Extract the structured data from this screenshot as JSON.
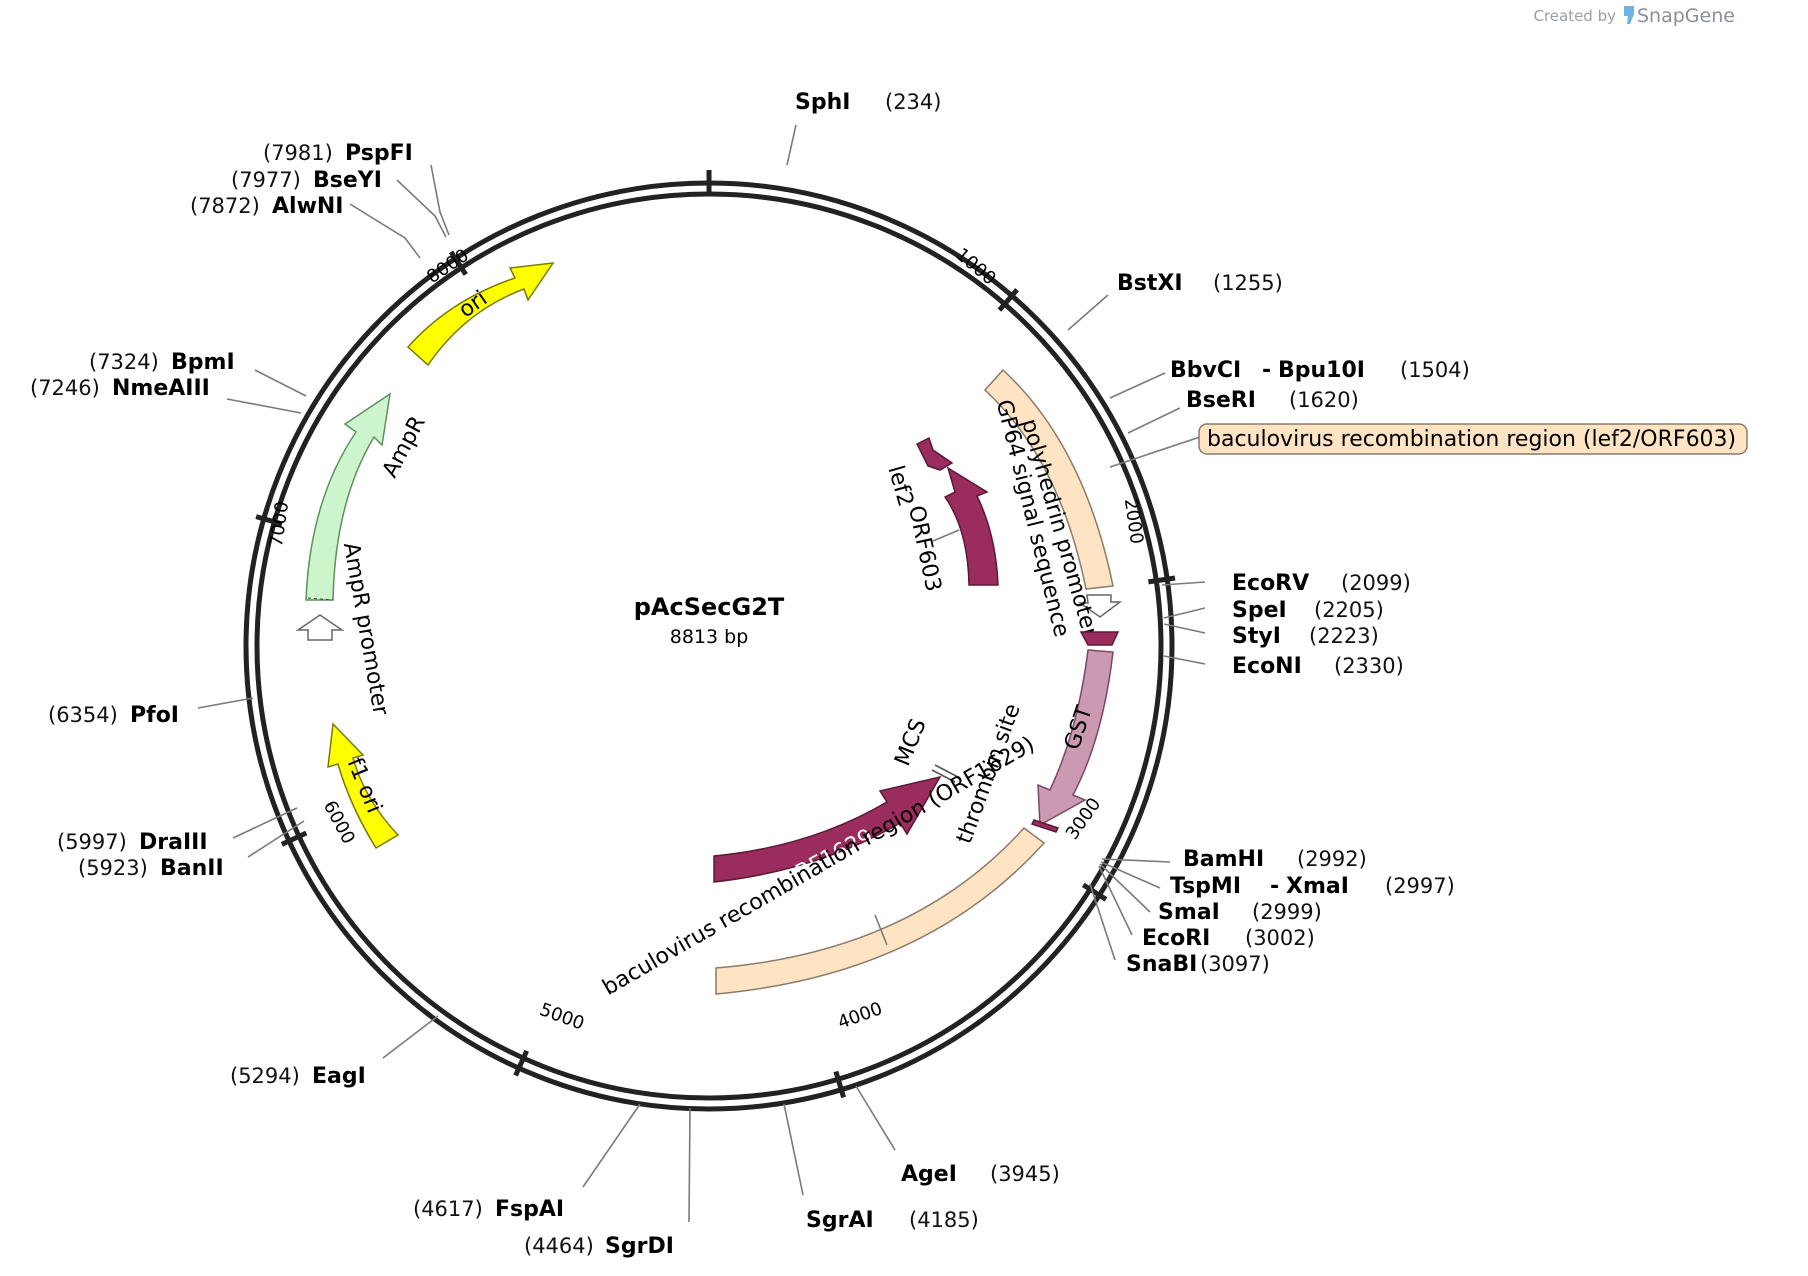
{
  "credit": {
    "prefix": "Created by",
    "brand": "SnapGene"
  },
  "plasmid": {
    "name": "pAcSecG2T",
    "size_label": "8813 bp",
    "length": 8813
  },
  "ticks": [
    "1000",
    "2000",
    "3000",
    "4000",
    "5000",
    "6000",
    "7000",
    "8000"
  ],
  "features": [
    {
      "id": "ori",
      "label": "ori",
      "color": "#ffff00",
      "stroke": "#7a7a00"
    },
    {
      "id": "ampr",
      "label": "AmpR",
      "color": "#ccf5cc",
      "stroke": "#5f8f5f"
    },
    {
      "id": "ampr-promoter",
      "label": "AmpR promoter",
      "color": "#ffffff",
      "stroke": "#666666"
    },
    {
      "id": "f1-ori",
      "label": "f1 ori",
      "color": "#ffff00",
      "stroke": "#7a7a00"
    },
    {
      "id": "baculo-top",
      "label": "baculovirus recombination region (lef2/ORF603)",
      "color": "#ffe4c4",
      "stroke": "#8a7a6a"
    },
    {
      "id": "lef2",
      "label": "lef2",
      "color": "#9b2c5e",
      "stroke": "#5a1a36"
    },
    {
      "id": "orf603",
      "label": "ORF603",
      "color": "#9b2c5e",
      "stroke": "#5a1a36"
    },
    {
      "id": "polyhedrin-promoter",
      "label": "polyhedrin promoter",
      "color": "#ffffff",
      "stroke": "#666666"
    },
    {
      "id": "gp64",
      "label": "GP64 signal sequence",
      "color": "#9b2c5e",
      "stroke": "#5a1a36"
    },
    {
      "id": "gst",
      "label": "GST",
      "color": "#cc99b2",
      "stroke": "#7a4a62"
    },
    {
      "id": "thrombin",
      "label": "thrombin site",
      "color": "#9b2c5e",
      "stroke": "#5a1a36"
    },
    {
      "id": "mcs",
      "label": "MCS",
      "color": "#ffffff",
      "stroke": "#555555"
    },
    {
      "id": "orf1629",
      "label": "ORF1629",
      "color": "#9b2c5e",
      "stroke": "#5a1a36"
    },
    {
      "id": "baculo-bottom",
      "label": "baculovirus recombination region (ORF1629)",
      "color": "#ffe4c4",
      "stroke": "#8a7a6a"
    }
  ],
  "sites": [
    {
      "name": "SphI",
      "pos": "(234)"
    },
    {
      "name": "BstXI",
      "pos": "(1255)"
    },
    {
      "name": "BbvCI",
      "sep": "-",
      "name2": "Bpu10I",
      "pos": "(1504)"
    },
    {
      "name": "BseRI",
      "pos": "(1620)"
    },
    {
      "name": "EcoRV",
      "pos": "(2099)"
    },
    {
      "name": "SpeI",
      "pos": "(2205)"
    },
    {
      "name": "StyI",
      "pos": "(2223)"
    },
    {
      "name": "EcoNI",
      "pos": "(2330)"
    },
    {
      "name": "BamHI",
      "pos": "(2992)"
    },
    {
      "name": "TspMI",
      "sep": "-",
      "name2": "XmaI",
      "pos": "(2997)"
    },
    {
      "name": "SmaI",
      "pos": "(2999)"
    },
    {
      "name": "EcoRI",
      "pos": "(3002)"
    },
    {
      "name": "SnaBI",
      "pos": "(3097)"
    },
    {
      "name": "AgeI",
      "pos": "(3945)"
    },
    {
      "name": "SgrAI",
      "pos": "(4185)"
    },
    {
      "name": "SgrDI",
      "pos": "(4464)"
    },
    {
      "name": "FspAI",
      "pos": "(4617)"
    },
    {
      "name": "EagI",
      "pos": "(5294)"
    },
    {
      "name": "BanII",
      "pos": "(5923)"
    },
    {
      "name": "DraIII",
      "pos": "(5997)"
    },
    {
      "name": "PfoI",
      "pos": "(6354)"
    },
    {
      "name": "NmeAIII",
      "pos": "(7246)"
    },
    {
      "name": "BpmI",
      "pos": "(7324)"
    },
    {
      "name": "AlwNI",
      "pos": "(7872)"
    },
    {
      "name": "BseYI",
      "pos": "(7977)"
    },
    {
      "name": "PspFI",
      "pos": "(7981)"
    }
  ]
}
